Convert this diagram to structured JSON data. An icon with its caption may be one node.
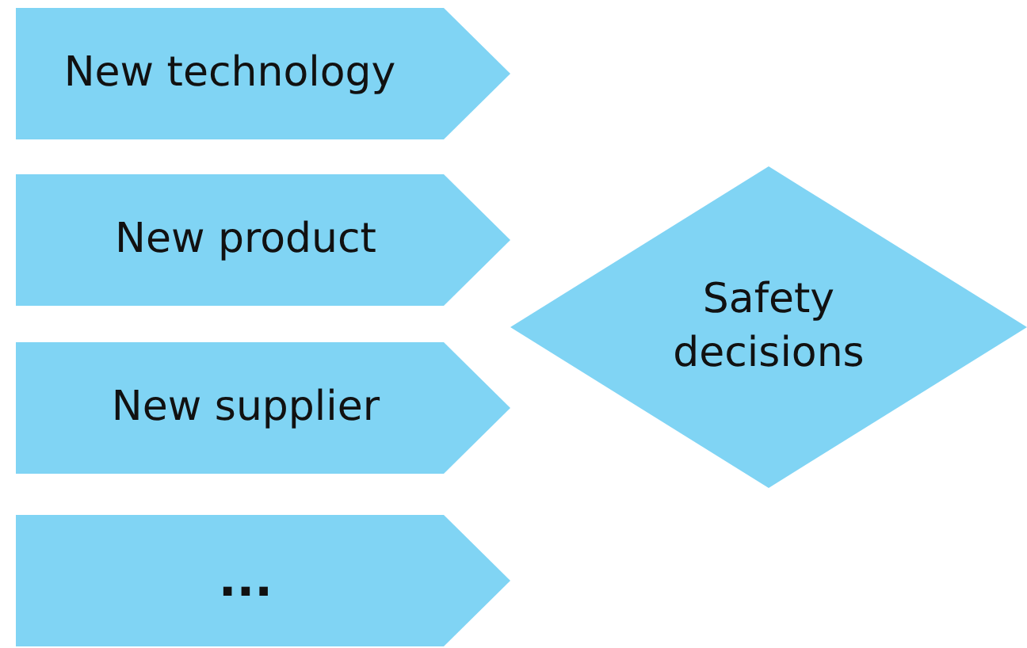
{
  "diagram": {
    "nodes": [
      {
        "text": [
          "New technology"
        ]
      },
      {
        "text": [
          "New product"
        ]
      },
      {
        "text": [
          "New supplier"
        ]
      },
      {
        "text": [
          "..."
        ]
      },
      {
        "text": [
          "Safety decisions"
        ]
      }
    ]
  }
}
